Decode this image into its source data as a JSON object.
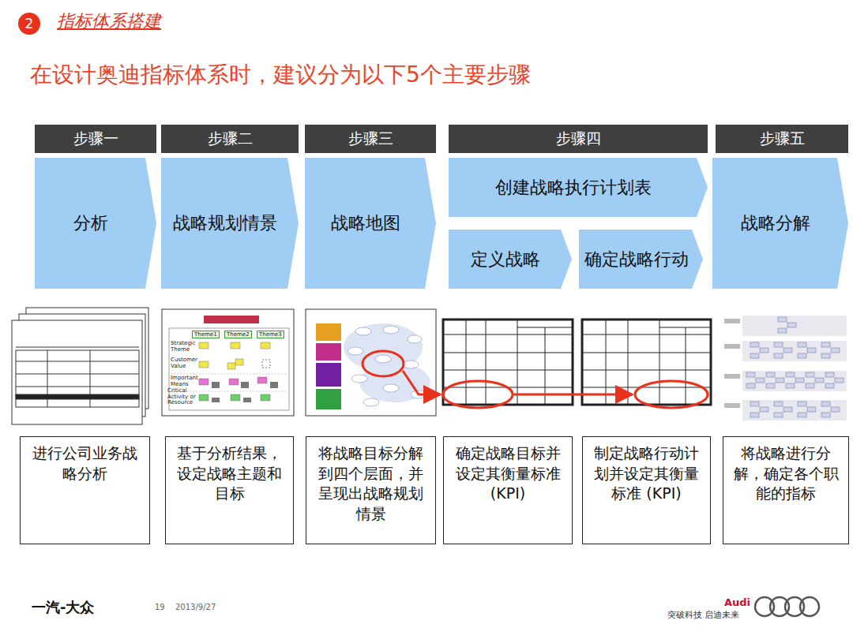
{
  "diagram": {
    "title": "在设计奥迪指标体系时，建议分为以下5个主要步骤",
    "nodes": [
      {
        "text": [
          "2"
        ]
      },
      {
        "text": [
          "步骤一"
        ]
      },
      {
        "text": [
          "步骤二"
        ]
      },
      {
        "text": [
          "步骤三"
        ]
      },
      {
        "text": [
          "步骤四"
        ]
      },
      {
        "text": [
          "步骤五"
        ]
      },
      {
        "text": [
          "分析"
        ]
      },
      {
        "text": [
          "战略规划情景"
        ]
      },
      {
        "text": [
          "战略地图"
        ]
      },
      {
        "text": [
          "创建战略执行计划表"
        ]
      },
      {
        "text": [
          "定义战略"
        ]
      },
      {
        "text": [
          "确定战略行动"
        ]
      },
      {
        "text": [
          "战略分解"
        ]
      },
      {
        "text": [
          "进行公司业务战略分析"
        ]
      },
      {
        "text": [
          "基于分析结果，设定战略主题和目标"
        ]
      },
      {
        "text": [
          "将战略目标分解到四个层面，并呈现出战略规划情景"
        ]
      },
      {
        "text": [
          "确定战略目标并设定其衡量标准(KPI)"
        ]
      },
      {
        "text": [
          "制定战略行动计划并设定其衡量标准 (KPI)"
        ]
      },
      {
        "text": [
          "将战略进行分解，确定各个职能的指标"
        ]
      }
    ],
    "edges": [],
    "labels": [
      "指标体系搭建",
      "Theme1",
      "Theme2",
      "Theme3",
      "Strategic Theme",
      "Customer Value",
      "Important Means",
      "Critical Activity or Resource",
      "一汽-大众",
      "19",
      "2013/9/27",
      "Audi",
      "突破科技 启迪未来"
    ]
  }
}
